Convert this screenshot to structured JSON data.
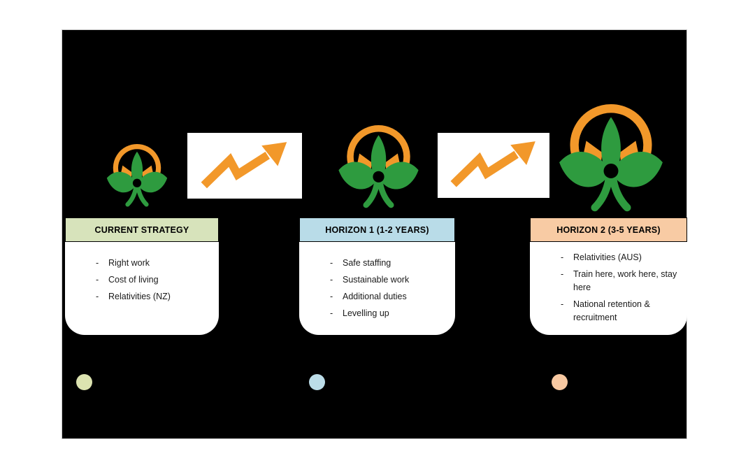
{
  "slide": {
    "background": "#FFFFFF",
    "panel_background": "#000000"
  },
  "colors": {
    "logo_orange": "#F2982A",
    "logo_green": "#2E9B3F",
    "arrow_orange": "#F2982A",
    "arrow_box_background": "#FFFFFF"
  },
  "icons": [
    {
      "name": "lotus-person-logo-small"
    },
    {
      "name": "growth-arrow-icon"
    },
    {
      "name": "lotus-person-logo-medium"
    },
    {
      "name": "growth-arrow-icon"
    },
    {
      "name": "lotus-person-logo-large"
    }
  ],
  "columns": [
    {
      "title": "CURRENT STRATEGY",
      "header_color": "#D7E3BB",
      "dot_color": "#DCE3B0",
      "items": [
        "Right work",
        "Cost of living",
        "Relativities (NZ)"
      ]
    },
    {
      "title": "HORIZON 1 (1-2 YEARS)",
      "header_color": "#B9DCE8",
      "dot_color": "#BCDDE8",
      "items": [
        "Safe staffing",
        "Sustainable work",
        "Additional duties",
        "Levelling up"
      ]
    },
    {
      "title": "HORIZON 2 (3-5 YEARS)",
      "header_color": "#F8CBA4",
      "dot_color": "#F8C9A2",
      "items": [
        "Relativities (AUS)",
        "Train here, work here, stay here",
        "National retention & recruitment"
      ]
    }
  ]
}
